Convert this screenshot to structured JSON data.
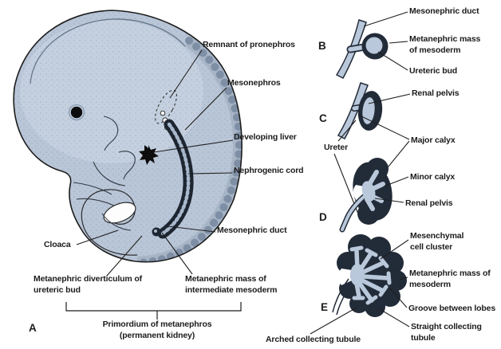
{
  "colors": {
    "background": "#ffffff",
    "embryo_fill": "#b9c6d8",
    "embryo_rim": "#a7b4c6",
    "somite": "#7e8fa5",
    "dark_tissue": "#222b38",
    "light_tubule": "#b9c8da",
    "ink": "#1c1c1c"
  },
  "panel_a": {
    "letter": "A",
    "labels": {
      "remnant_of_pronephros": "Remnant of pronephros",
      "mesonephros": "Mesonephros",
      "developing_liver": "Developing liver",
      "nephrogenic_cord": "Nephrogenic cord",
      "mesonephric_duct": "Mesonephric duct",
      "cloaca": "Cloaca",
      "metanephric_diverticulum": "Metanephric diverticulum of ureteric bud",
      "metanephric_mass": "Metanephric mass of intermediate mesoderm",
      "primordium_line1": "Primordium of metanephros",
      "primordium_line2": "(permanent kidney)"
    }
  },
  "panel_b": {
    "letter": "B",
    "labels": {
      "mesonephric_duct": "Mesonephric duct",
      "metanephric_mass": "Metanephric mass of mesoderm",
      "ureteric_bud": "Ureteric bud"
    }
  },
  "panel_c": {
    "letter": "C",
    "labels": {
      "renal_pelvis": "Renal pelvis"
    }
  },
  "shared_cd": {
    "ureter": "Ureter",
    "major_calyx": "Major calyx"
  },
  "panel_d": {
    "letter": "D",
    "labels": {
      "minor_calyx": "Minor calyx",
      "renal_pelvis": "Renal pelvis"
    }
  },
  "panel_e": {
    "letter": "E",
    "labels": {
      "mesenchymal_cell_cluster": "Mesenchymal cell cluster",
      "metanephric_mass": "Metanephric mass of mesoderm",
      "groove_between_lobes": "Groove between lobes",
      "straight_collecting_tubule": "Straight collecting tubule",
      "arched_collecting_tubule": "Arched collecting tubule"
    }
  }
}
